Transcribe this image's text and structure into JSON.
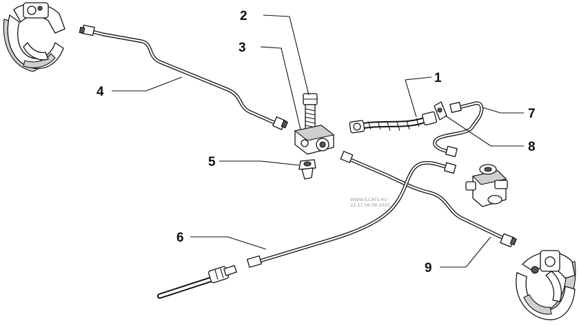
{
  "diagram": {
    "callouts": [
      {
        "id": "c1",
        "label": "1"
      },
      {
        "id": "c2",
        "label": "2"
      },
      {
        "id": "c3",
        "label": "3"
      },
      {
        "id": "c4",
        "label": "4"
      },
      {
        "id": "c5",
        "label": "5"
      },
      {
        "id": "c6",
        "label": "6"
      },
      {
        "id": "c7",
        "label": "7"
      },
      {
        "id": "c8",
        "label": "8"
      },
      {
        "id": "c9",
        "label": "9"
      }
    ],
    "watermark": {
      "line1": "WWW.ILCATS.RU",
      "line2": "22.11 06.08.2025"
    }
  }
}
